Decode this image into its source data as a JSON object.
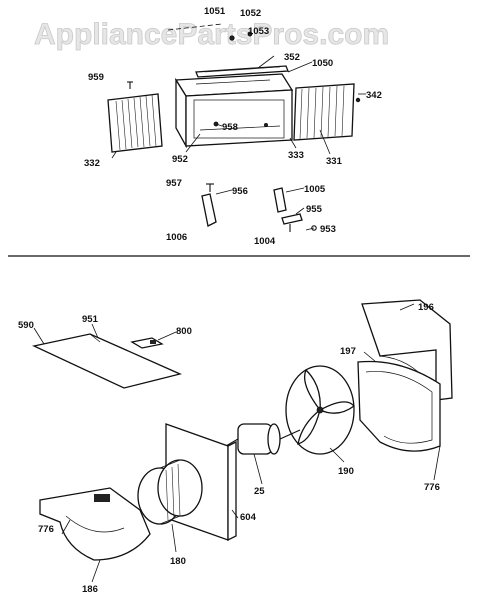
{
  "watermark": "AppliancePartsPros.com",
  "upper_labels": {
    "p1051": "1051",
    "p1052": "1052",
    "p1053": "1053",
    "p352": "352",
    "p1050": "1050",
    "p959": "959",
    "p342": "342",
    "p958": "958",
    "p332": "332",
    "p952": "952",
    "p333": "333",
    "p331": "331",
    "p957": "957",
    "p956": "956",
    "p1005": "1005",
    "p955": "955",
    "p1006": "1006",
    "p1004": "1004",
    "p953": "953"
  },
  "lower_labels": {
    "p590": "590",
    "p951": "951",
    "p800": "800",
    "p196": "196",
    "p197": "197",
    "p190": "190",
    "p25": "25",
    "p604": "604",
    "p776a": "776",
    "p776b": "776",
    "p180": "180",
    "p186": "186"
  },
  "colors": {
    "ink": "#111111",
    "watermark": "#e6e6e6",
    "background": "#ffffff"
  }
}
